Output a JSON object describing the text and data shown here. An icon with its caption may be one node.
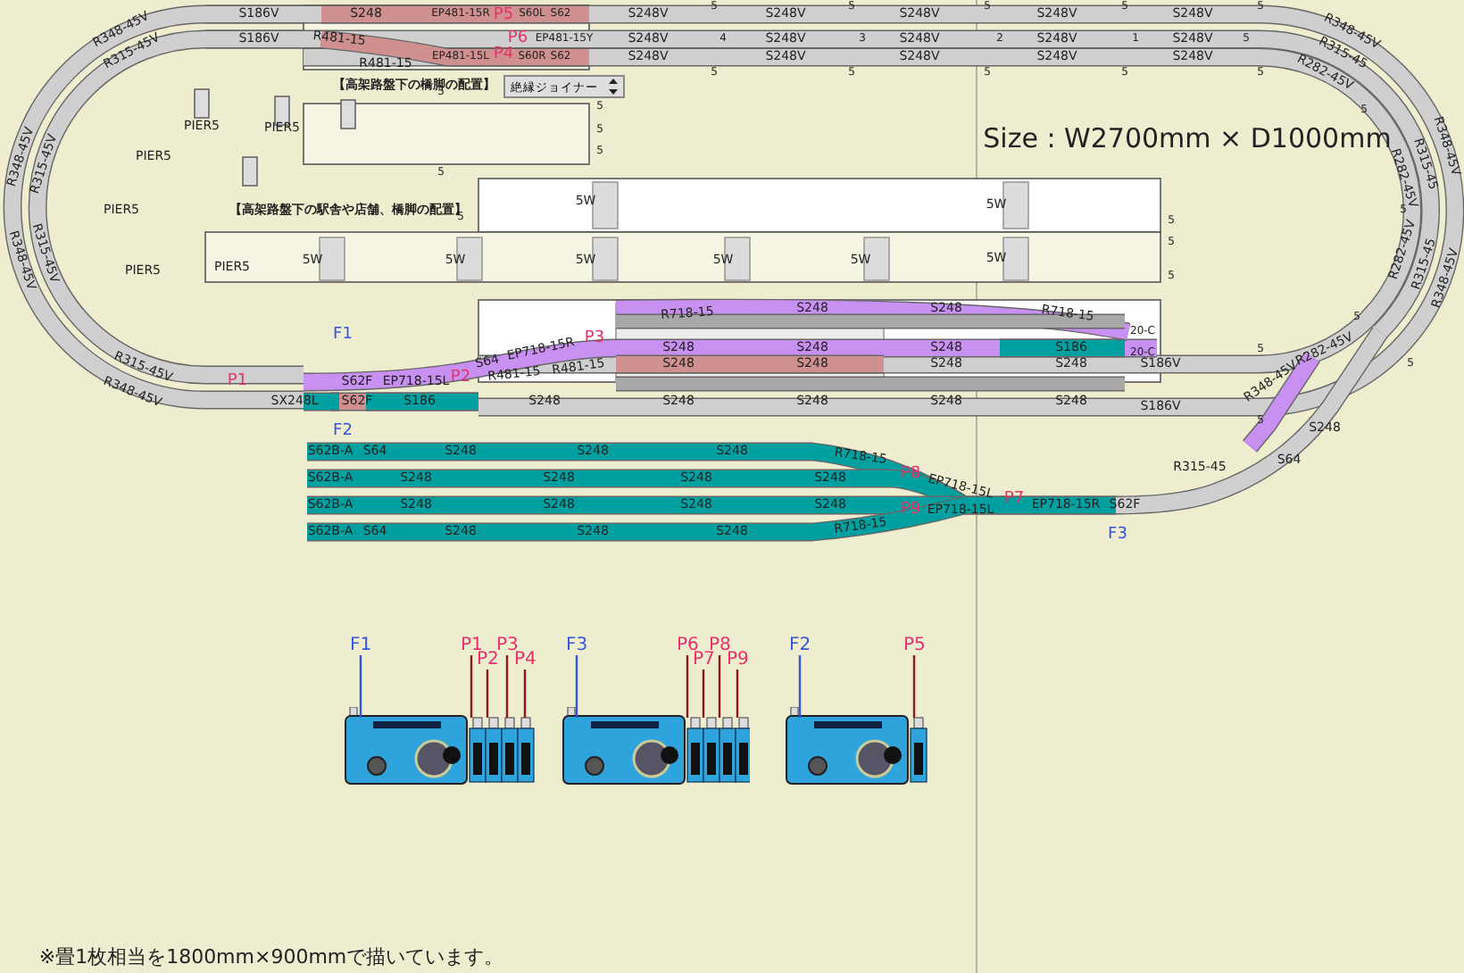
{
  "diagram": {
    "nodes": [
      {
        "text": [
          "F1"
        ]
      },
      {
        "text": [
          "P1"
        ]
      },
      {
        "text": [
          "P2"
        ]
      },
      {
        "text": [
          "P3"
        ]
      },
      {
        "text": [
          "P4"
        ]
      },
      {
        "text": [
          "F3"
        ]
      },
      {
        "text": [
          "P6"
        ]
      },
      {
        "text": [
          "P7"
        ]
      },
      {
        "text": [
          "P8"
        ]
      },
      {
        "text": [
          "P9"
        ]
      },
      {
        "text": [
          "F2"
        ]
      },
      {
        "text": [
          "P5"
        ]
      },
      {
        "text": [],
        "shape": "picture"
      },
      {
        "text": [],
        "shape": "picture"
      },
      {
        "text": [],
        "shape": "picture"
      }
    ],
    "edges": [
      {
        "from": 0,
        "to": 12,
        "arrow": "none",
        "color": "#3355dd"
      },
      {
        "from": 1,
        "to": 12,
        "arrow": "none"
      },
      {
        "from": 2,
        "to": 12,
        "arrow": "none"
      },
      {
        "from": 3,
        "to": 12,
        "arrow": "none"
      },
      {
        "from": 4,
        "to": 12,
        "arrow": "none"
      },
      {
        "from": 5,
        "to": 13,
        "arrow": "none",
        "color": "#3355dd"
      },
      {
        "from": 6,
        "to": 13,
        "arrow": "none"
      },
      {
        "from": 7,
        "to": 13,
        "arrow": "none"
      },
      {
        "from": 8,
        "to": 13,
        "arrow": "none"
      },
      {
        "from": 9,
        "to": 13,
        "arrow": "none"
      },
      {
        "from": 10,
        "to": 14,
        "arrow": "none",
        "color": "#3355dd"
      },
      {
        "from": 11,
        "to": 14,
        "arrow": "none"
      }
    ],
    "labels": [
      "S186V",
      "S248",
      "EP481-15R",
      "P5",
      "S60L",
      "S62",
      "S248V",
      "S248V",
      "S248V",
      "S248V",
      "S248V",
      "S186V",
      "R481-15",
      "P6",
      "EP481-15Y",
      "S248V",
      "S248V",
      "S248V",
      "S248V",
      "S248V",
      "R481-15",
      "EP481-15L",
      "P4",
      "S60R",
      "S62",
      "S248V",
      "S248V",
      "S248V",
      "S248V",
      "S248V",
      "5",
      "5",
      "5",
      "5",
      "5",
      "4",
      "3",
      "2",
      "1",
      "5",
      "5",
      "5",
      "5",
      "5",
      "5",
      "R348-45V",
      "R315-45V",
      "R348-45V",
      "R315-45V",
      "R315-45V",
      "R348-45V",
      "R315-45V",
      "R348-45V",
      "R348-45V",
      "R315-45",
      "R282-45V",
      "5",
      "R348-45V",
      "R315-45",
      "R282-45V",
      "5",
      "R282-45V",
      "R315-45",
      "R348-45V",
      "5",
      "5",
      "R282-45V",
      "R348-45V",
      "S186V",
      "S186V",
      "5",
      "5",
      "PIER5",
      "PIER5",
      "PIER5",
      "PIER5",
      "PIER5",
      "PIER5",
      "【高架路盤下の橋脚の配置】",
      "Size : W2700mm × D1000mm",
      "【高架路盤下の駅舎や店舗、橋脚の配置】",
      "5",
      "5",
      "5",
      "5",
      "5",
      "5",
      "5",
      "5",
      "5",
      "5W",
      "5W",
      "5W",
      "5W",
      "5W",
      "5W",
      "5W",
      "5W",
      "F1",
      "R718-15",
      "P3",
      "EP718-15R",
      "S248",
      "S64",
      "S248",
      "R481-15",
      "R481-15",
      "P1",
      "S62F",
      "EP718-15L",
      "P2",
      "SX248L",
      "S62F",
      "S186",
      "S248",
      "S248",
      "F2",
      "S248",
      "S248",
      "S248",
      "S248",
      "S248",
      "S248",
      "S248",
      "S248",
      "R718-15",
      "20-C",
      "S186",
      "20-C",
      "S248",
      "S248",
      "S62B-A",
      "S64",
      "S248",
      "S248",
      "S248",
      "R718-15",
      "S62B-A",
      "S248",
      "S248",
      "S248",
      "S248",
      "P8",
      "EP718-15L",
      "S62B-A",
      "S248",
      "S248",
      "S248",
      "S248",
      "P9",
      "EP718-15L",
      "P7",
      "EP718-15R",
      "S62F",
      "S62B-A",
      "S64",
      "S248",
      "S248",
      "S248",
      "R718-15",
      "F3",
      "R315-45",
      "S64",
      "S248",
      "※畳1枚相当を1800mm×900mmで描いています。"
    ],
    "legend": [
      {
        "text": "絶縁ジョイナー"
      }
    ]
  }
}
